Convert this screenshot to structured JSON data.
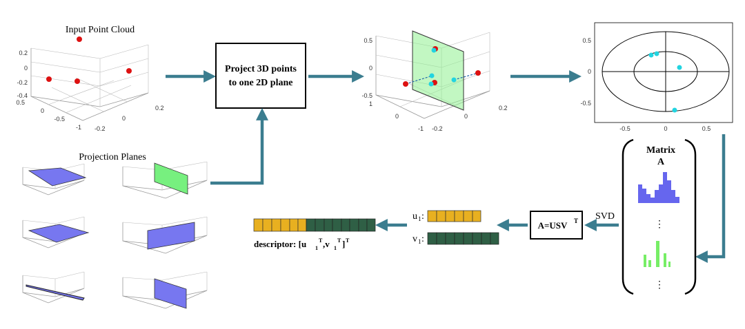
{
  "labels": {
    "input_title": "Input Point Cloud",
    "planes_title": "Projection Planes",
    "project_line1": "Project 3D points",
    "project_line2": "to one 2D plane",
    "matrix_title": "Matrix",
    "matrix_var": "A",
    "svd": "SVD",
    "decomp_main": "A=USV",
    "decomp_sup": "T",
    "u_label": "u",
    "u_sub": "1",
    "v_label": "v",
    "v_sub": "1",
    "descriptor_text": "descriptor: [u",
    "descriptor_sub1": "1",
    "descriptor_sup1": "T",
    "descriptor_mid": ",v",
    "descriptor_sub2": "1",
    "descriptor_sup2": "T",
    "descriptor_end": "]",
    "descriptor_sup3": "T",
    "dots": "⋮"
  },
  "ticks": {
    "plot1_z": [
      "0.2",
      "0",
      "-0.2",
      "-0.4"
    ],
    "plot1_left": [
      "0.5",
      "0",
      "-0.5",
      "-1"
    ],
    "plot1_right": [
      "-0.2",
      "0",
      "0.2"
    ],
    "plot2_z": [
      "0.5",
      "0",
      "-0.5"
    ],
    "plot2_left": [
      "1",
      "0",
      "-1"
    ],
    "plot2_right": [
      "-0.2",
      "0",
      "0.2"
    ],
    "plot3_y": [
      "0.5",
      "0",
      "-0.5"
    ],
    "plot3_x": [
      "-0.5",
      "0",
      "0.5"
    ]
  },
  "colors": {
    "arrow": "#3b7d8f",
    "red_point": "#dd1111",
    "cyan_point": "#22d4e0",
    "plane_blue": "#7777f0",
    "plane_green": "#8ff08f",
    "u_block": "#e8b020",
    "v_block": "#2f5f45",
    "hist_blue": "#6666ee",
    "hist_green": "#77ee66"
  },
  "icons": {
    "arrow_shape": "right-arrow-icon"
  }
}
